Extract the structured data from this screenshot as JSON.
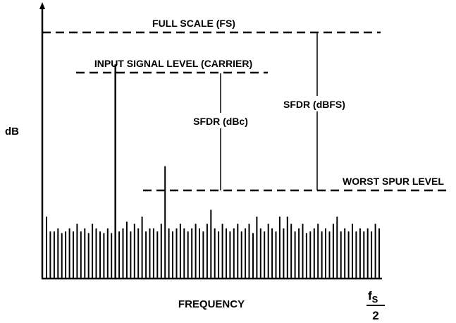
{
  "labels": {
    "full_scale": "FULL SCALE (FS)",
    "input_signal": "INPUT SIGNAL LEVEL (CARRIER)",
    "sfdr_dbc": "SFDR (dBc)",
    "sfdr_dbfs": "SFDR (dBFS)",
    "worst_spur": "WORST SPUR LEVEL",
    "y_axis": "dB",
    "x_axis": "FREQUENCY",
    "fs_symbol": "f",
    "fs_subscript": "S",
    "fs_denominator": "2"
  },
  "spectrum": {
    "carrier_level": 0.81,
    "worst_spur_level": 0.425,
    "noise_floor": [
      0.234,
      0.178,
      0.178,
      0.19,
      0.172,
      0.178,
      0.19,
      0.178,
      0.207,
      0.178,
      0.19,
      0.172,
      0.207,
      0.19,
      0.178,
      0.172,
      0.19,
      0.172,
      0.81,
      0.178,
      0.19,
      0.215,
      0.178,
      0.207,
      0.19,
      0.234,
      0.178,
      0.19,
      0.19,
      0.178,
      0.207,
      0.425,
      0.19,
      0.178,
      0.19,
      0.207,
      0.19,
      0.178,
      0.19,
      0.207,
      0.19,
      0.178,
      0.207,
      0.26,
      0.19,
      0.178,
      0.207,
      0.19,
      0.178,
      0.19,
      0.207,
      0.178,
      0.19,
      0.207,
      0.172,
      0.234,
      0.19,
      0.178,
      0.207,
      0.19,
      0.178,
      0.234,
      0.19,
      0.234,
      0.207,
      0.178,
      0.19,
      0.207,
      0.172,
      0.178,
      0.19,
      0.207,
      0.178,
      0.19,
      0.178,
      0.207,
      0.234,
      0.178,
      0.19,
      0.178,
      0.207,
      0.178,
      0.19,
      0.178,
      0.19,
      0.178,
      0.207,
      0.19
    ]
  }
}
